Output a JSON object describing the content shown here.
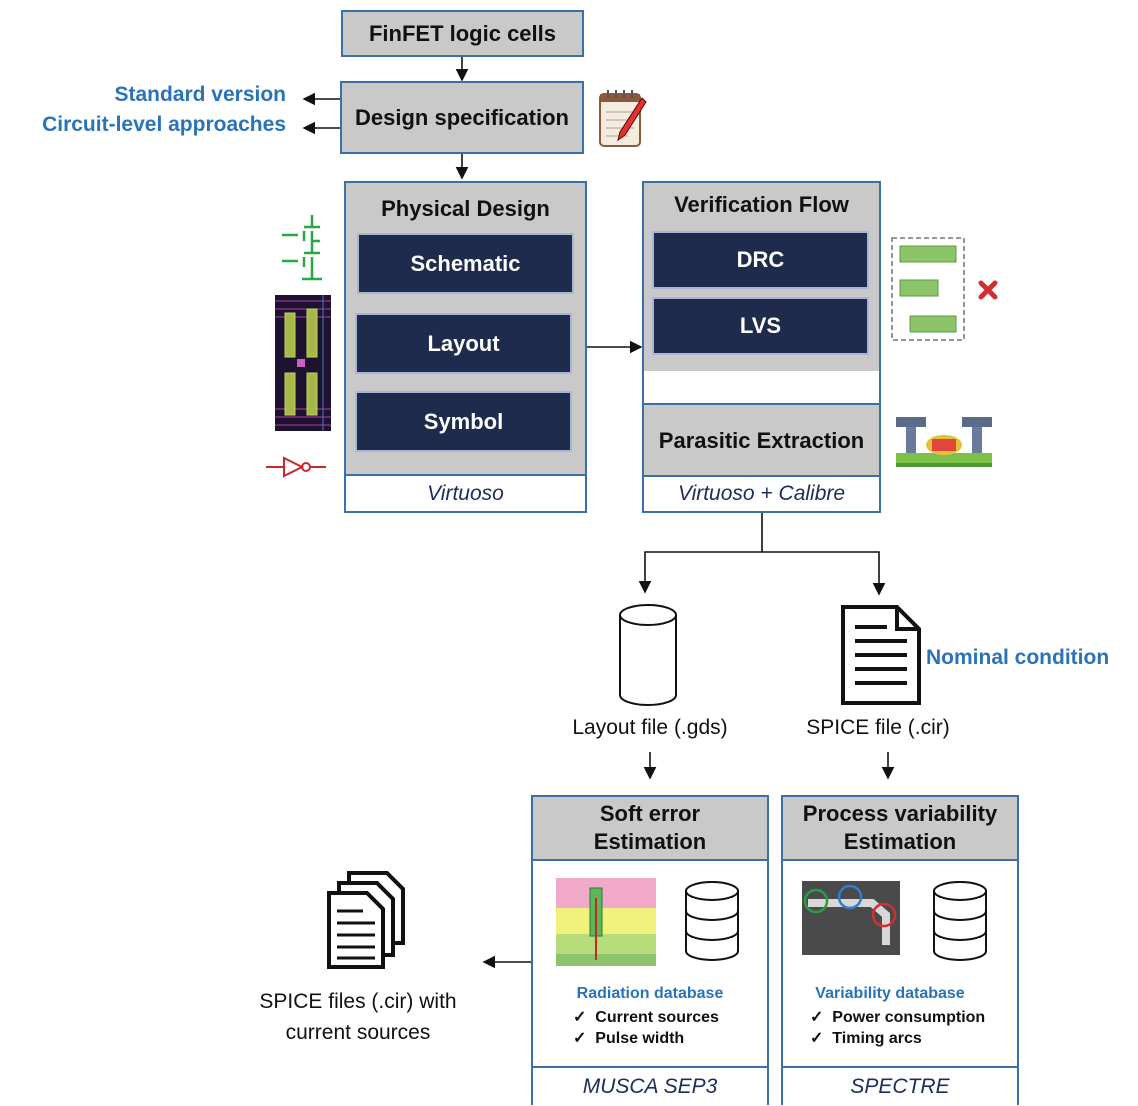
{
  "top_box": "FinFET logic cells",
  "design_spec": "Design specification",
  "spec_options": [
    "Standard version",
    "Circuit-level approaches"
  ],
  "physical_design": {
    "title": "Physical Design",
    "items": [
      "Schematic",
      "Layout",
      "Symbol"
    ],
    "tool": "Virtuoso"
  },
  "verification": {
    "title": "Verification Flow",
    "items": [
      "DRC",
      "LVS"
    ],
    "parasitic": "Parasitic Extraction",
    "tool": "Virtuoso + Calibre"
  },
  "nominal_condition": "Nominal condition",
  "layout_file": "Layout file (.gds)",
  "spice_file": "SPICE file (.cir)",
  "soft_error": {
    "title_line1": "Soft error",
    "title_line2": "Estimation",
    "db_title": "Radiation database",
    "checks": [
      "Current sources",
      "Pulse width"
    ],
    "tool": "MUSCA SEP3"
  },
  "process_var": {
    "title_line1": "Process variability",
    "title_line2": "Estimation",
    "db_title": "Variability database",
    "checks": [
      "Power consumption",
      "Timing arcs"
    ],
    "tool": "SPECTRE"
  },
  "output_files": {
    "line1": "SPICE files (.cir) with",
    "line2": "current sources"
  },
  "check_mark": "✓",
  "colors": {
    "accent_blue": "#2a73b8",
    "navy": "#1f2b4d",
    "gray": "#c9c9c9",
    "border": "#3b6fa8"
  }
}
